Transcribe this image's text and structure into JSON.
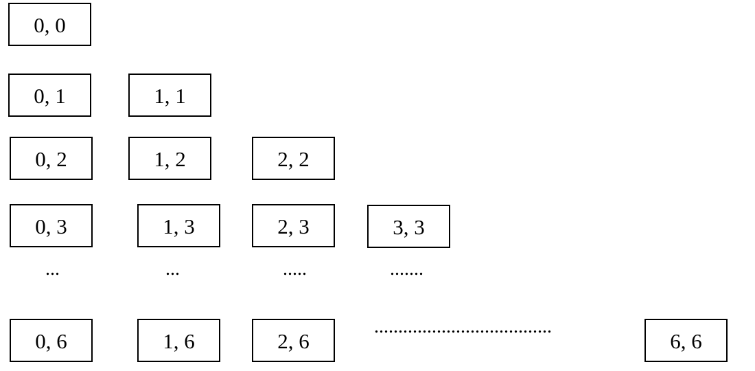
{
  "tiles": {
    "t00": "0, 0",
    "t01": "0, 1",
    "t11": "1, 1",
    "t02": "0, 2",
    "t12": "1, 2",
    "t22": "2, 2",
    "t03": "0, 3",
    "t13": "1, 3",
    "t23": "2, 3",
    "t33": "3, 3",
    "t06": "0, 6",
    "t16": "1, 6",
    "t26": "2, 6",
    "t66": "6, 6"
  },
  "ellipses": {
    "col0": "...",
    "col1": "...",
    "col2": ".....",
    "col3": ".......",
    "row6_gap": "....................................."
  }
}
